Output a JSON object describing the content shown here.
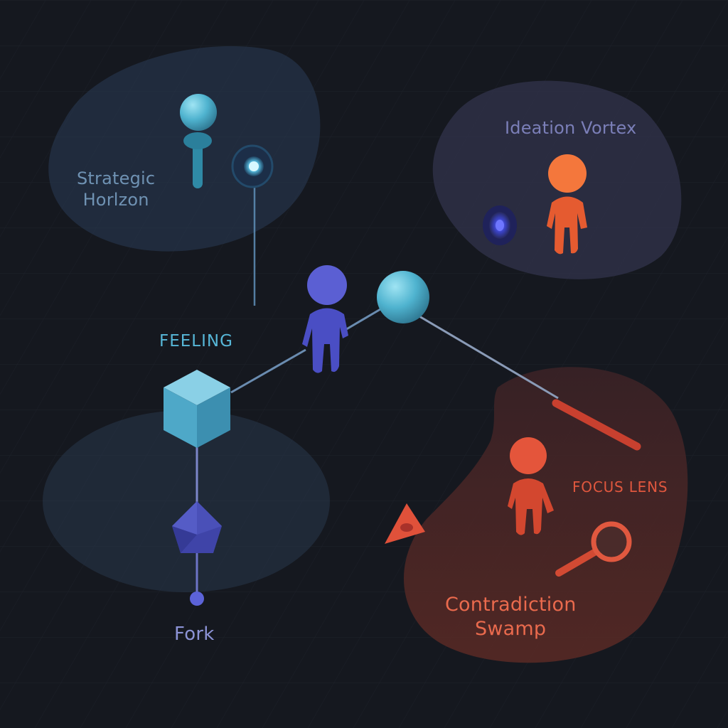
{
  "labels": {
    "strategic_horizon": [
      "Strategic",
      "Horlzon"
    ],
    "ideation_vortex": "Ideation Vortex",
    "feeling": "FEELING",
    "focus_lens": "FOCUS LENS",
    "contradiction_swamp": [
      "Contradiction",
      "Swamp"
    ],
    "fork": "Fork"
  },
  "colors": {
    "background": "#15181f",
    "cyan": "#5fc3dd",
    "blue_violet": "#5a5fd0",
    "orange": "#f06a3a",
    "red": "#d9462f",
    "horizon_zone": "#2a3d55",
    "vortex_zone": "#343450",
    "swamp_zone": "#4a2426"
  },
  "icons": [
    "pin-icon",
    "target-dot-icon",
    "person-icon",
    "sphere-node-icon",
    "cube-icon",
    "gem-icon",
    "warning-triangle-icon",
    "magnifying-glass-icon",
    "stick-icon"
  ]
}
